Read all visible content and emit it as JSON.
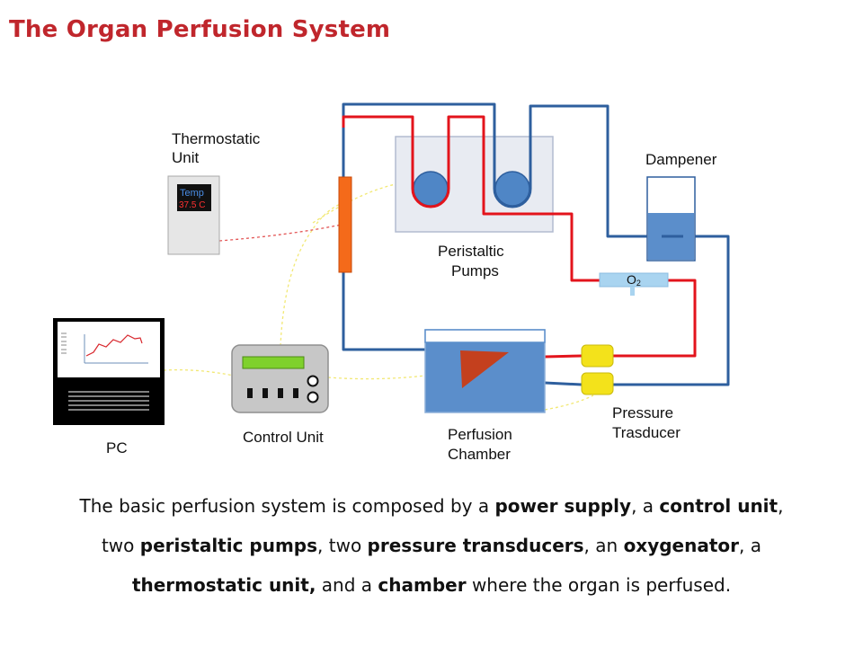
{
  "title": "The Organ Perfusion System",
  "components": {
    "thermostatic_unit": {
      "label_line1": "Thermostatic",
      "label_line2": "Unit",
      "display_line1": "Temp",
      "display_line2": "37.5 C"
    },
    "peristaltic_pumps": {
      "label_line1": "Peristaltic",
      "label_line2": "Pumps"
    },
    "dampener": {
      "label": "Dampener"
    },
    "oxygenator": {
      "label": "O",
      "subscript": "2"
    },
    "pc": {
      "label": "PC"
    },
    "control_unit": {
      "label": "Control Unit"
    },
    "perfusion_chamber": {
      "label_line1": "Perfusion",
      "label_line2": "Chamber"
    },
    "pressure_transducer": {
      "label_line1": "Pressure",
      "label_line2": "Trasducer"
    }
  },
  "caption": {
    "line1": [
      {
        "text": "The basic perfusion system is composed by a ",
        "bold": false
      },
      {
        "text": "power supply",
        "bold": true
      },
      {
        "text": ", a ",
        "bold": false
      },
      {
        "text": "control unit",
        "bold": true
      },
      {
        "text": ",",
        "bold": false
      }
    ],
    "line2": [
      {
        "text": "two ",
        "bold": false
      },
      {
        "text": "peristaltic pumps",
        "bold": true
      },
      {
        "text": ", two ",
        "bold": false
      },
      {
        "text": "pressure transducers",
        "bold": true
      },
      {
        "text": ", an ",
        "bold": false
      },
      {
        "text": "oxygenator",
        "bold": true
      },
      {
        "text": ",  a",
        "bold": false
      }
    ],
    "line3": [
      {
        "text": "thermostatic unit,",
        "bold": true
      },
      {
        "text": " and a ",
        "bold": false
      },
      {
        "text": "chamber",
        "bold": true
      },
      {
        "text": " where the organ is perfused.",
        "bold": false
      }
    ]
  },
  "colors": {
    "title": "#c0262c",
    "arterial_line": "#e3141c",
    "venous_line": "#2e5f9e",
    "pump_body": "#4f86c6",
    "chamber_fill": "#5b8ecb",
    "heater": "#f46a1a",
    "transducer": "#f3e21b",
    "signal_wire": "#f7ef7a"
  }
}
